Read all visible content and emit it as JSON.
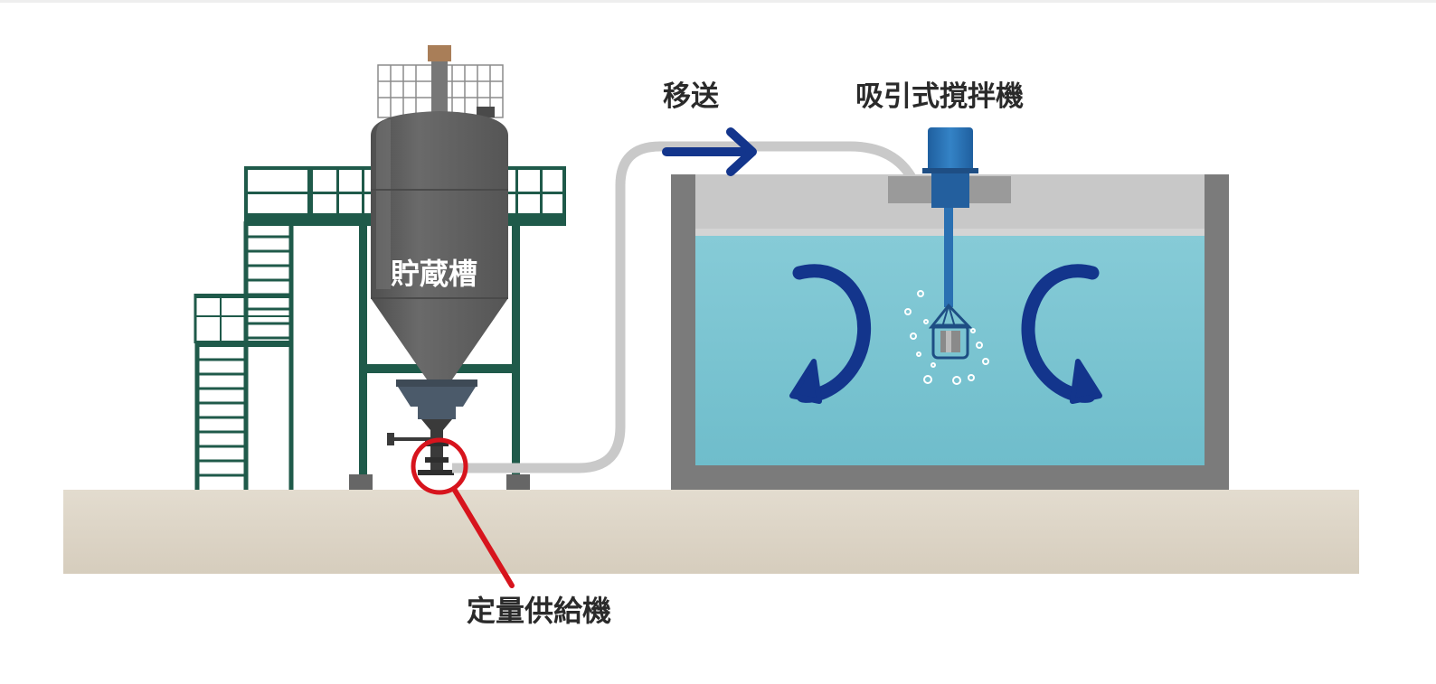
{
  "labels": {
    "storage_tank": "貯蔵槽",
    "transfer": "移送",
    "suction_mixer": "吸引式撹拌機",
    "metering_feeder": "定量供給機"
  },
  "colors": {
    "ground": "#ddd5c8",
    "tank_body": "#5f5f5f",
    "steel_frame": "#1f5a4a",
    "pipe": "#cfcfcf",
    "water": "#7dc6d3",
    "arrow_blue": "#13358c",
    "mixer_blue": "#2a70b2",
    "highlight_red": "#d7141d",
    "concrete": "#7b7b7b"
  },
  "icons": {
    "flow_arrow": "arrow-right-icon",
    "stir_left": "circular-arrow-ccw-icon",
    "stir_right": "circular-arrow-cw-icon",
    "callout": "circle-highlight-icon"
  }
}
